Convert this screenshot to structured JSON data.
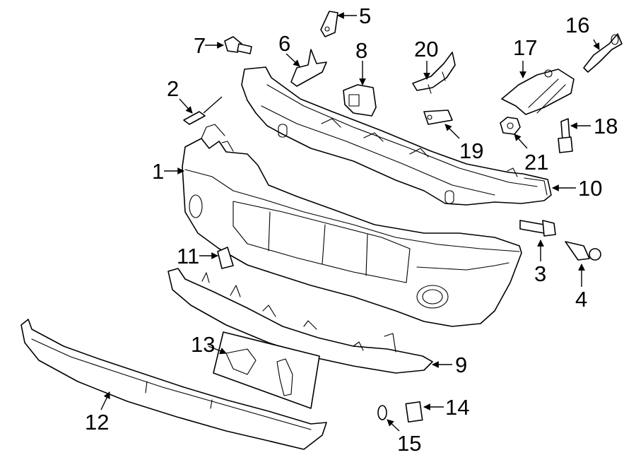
{
  "diagram": {
    "callouts": [
      {
        "id": "1",
        "label": "1"
      },
      {
        "id": "2",
        "label": "2"
      },
      {
        "id": "3",
        "label": "3"
      },
      {
        "id": "4",
        "label": "4"
      },
      {
        "id": "5",
        "label": "5"
      },
      {
        "id": "6",
        "label": "6"
      },
      {
        "id": "7",
        "label": "7"
      },
      {
        "id": "8",
        "label": "8"
      },
      {
        "id": "9",
        "label": "9"
      },
      {
        "id": "10",
        "label": "10"
      },
      {
        "id": "11",
        "label": "11"
      },
      {
        "id": "12",
        "label": "12"
      },
      {
        "id": "13",
        "label": "13"
      },
      {
        "id": "14",
        "label": "14"
      },
      {
        "id": "15",
        "label": "15"
      },
      {
        "id": "16",
        "label": "16"
      },
      {
        "id": "17",
        "label": "17"
      },
      {
        "id": "18",
        "label": "18"
      },
      {
        "id": "19",
        "label": "19"
      },
      {
        "id": "20",
        "label": "20"
      },
      {
        "id": "21",
        "label": "21"
      }
    ],
    "line_color": "#000000",
    "background": "#ffffff"
  }
}
